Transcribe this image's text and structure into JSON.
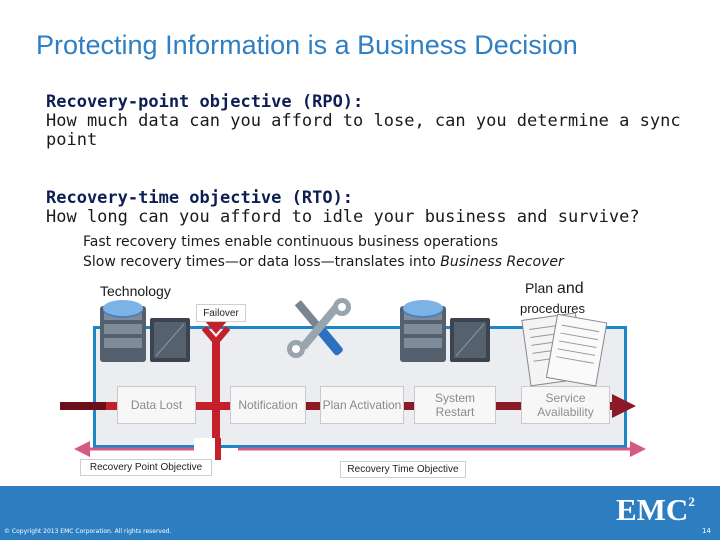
{
  "slide": {
    "title": "Protecting Information is a Business Decision",
    "rpo": {
      "heading": "Recovery-point objective (RPO):",
      "text": "How much data can you afford to lose, can you determine a sync point"
    },
    "rto": {
      "heading": "Recovery-time objective (RTO):",
      "text": "How long can you afford to idle your business and survive?",
      "bullet1": "Fast recovery times enable continuous business operations",
      "bullet2_prefix": "Slow recovery times—or data loss—translates into ",
      "bullet2_italic": "Business Recover"
    }
  },
  "diagram": {
    "technology_label": "Technology",
    "plan_label_1": "Plan",
    "plan_label_2": "and",
    "procedures_label": "procedures",
    "failover_label": "Failover",
    "steps": {
      "data_lost": "Data Lost",
      "notification": "Notification",
      "plan_activation": "Plan Activation",
      "system_restart": "System Restart",
      "service_availability": "Service Availability"
    },
    "rpo_label": "Recovery Point Objective",
    "rto_label": "Recovery Time Objective",
    "colors": {
      "accent_blue": "#2e7fc3",
      "failure_red": "#c4202c",
      "arrow_pink": "#d65a84"
    }
  },
  "footer": {
    "copyright": "© Copyright 2013 EMC Corporation. All rights reserved.",
    "page_number": "14",
    "logo": "EMC",
    "logo_sup": "2"
  }
}
